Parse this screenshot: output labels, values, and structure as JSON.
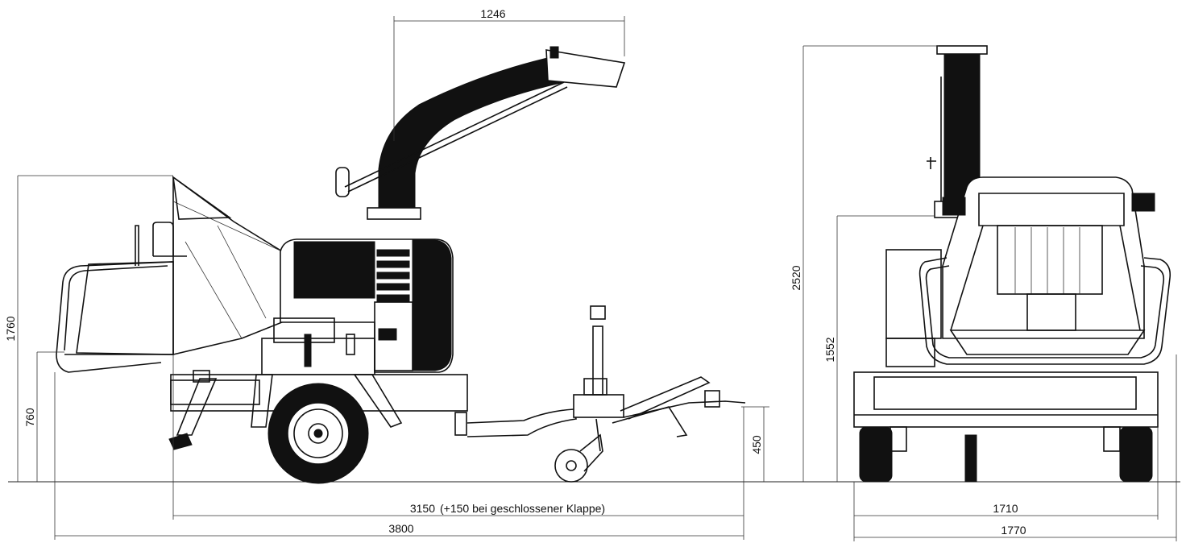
{
  "dimensions": {
    "chute_reach": "1246",
    "height_side": "1760",
    "infeed_height": "760",
    "hitch_height": "450",
    "length_inner": "3150",
    "length_inner_note": "(+150 bei geschlossener Klappe)",
    "length_total": "3800",
    "height_total": "2520",
    "height_hopper": "1552",
    "track_width": "1710",
    "overall_width": "1770"
  }
}
